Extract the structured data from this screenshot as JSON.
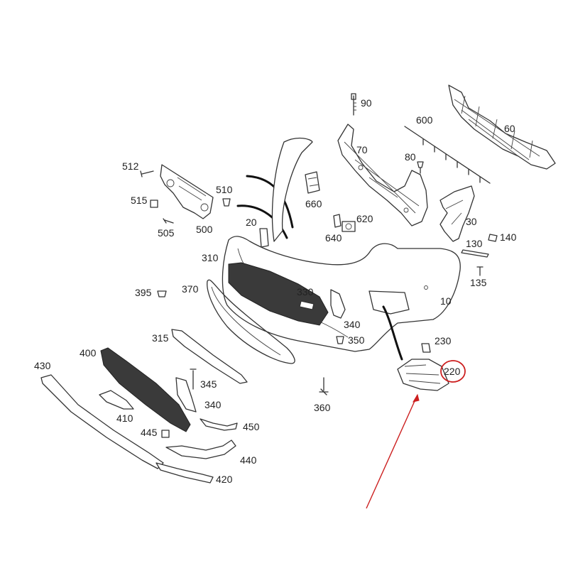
{
  "diagram": {
    "highlight_color": "#cc1f1f",
    "line_color": "#333333",
    "highlighted_part": "220",
    "callouts": [
      {
        "id": "c90",
        "text": "90"
      },
      {
        "id": "c600",
        "text": "600"
      },
      {
        "id": "c60",
        "text": "60"
      },
      {
        "id": "c70",
        "text": "70"
      },
      {
        "id": "c80",
        "text": "80"
      },
      {
        "id": "c512",
        "text": "512"
      },
      {
        "id": "c510",
        "text": "510"
      },
      {
        "id": "c660",
        "text": "660"
      },
      {
        "id": "c515",
        "text": "515"
      },
      {
        "id": "c505",
        "text": "505"
      },
      {
        "id": "c500",
        "text": "500"
      },
      {
        "id": "c20",
        "text": "20"
      },
      {
        "id": "c620",
        "text": "620"
      },
      {
        "id": "c640",
        "text": "640"
      },
      {
        "id": "c30",
        "text": "30"
      },
      {
        "id": "c130",
        "text": "130"
      },
      {
        "id": "c140",
        "text": "140"
      },
      {
        "id": "c310",
        "text": "310"
      },
      {
        "id": "c135",
        "text": "135"
      },
      {
        "id": "c395",
        "text": "395"
      },
      {
        "id": "c370",
        "text": "370"
      },
      {
        "id": "c330",
        "text": "330"
      },
      {
        "id": "c10",
        "text": "10"
      },
      {
        "id": "c340a",
        "text": "340"
      },
      {
        "id": "c350",
        "text": "350"
      },
      {
        "id": "c315",
        "text": "315"
      },
      {
        "id": "c230",
        "text": "230"
      },
      {
        "id": "c400",
        "text": "400"
      },
      {
        "id": "c430",
        "text": "430"
      },
      {
        "id": "c220",
        "text": "220"
      },
      {
        "id": "c345",
        "text": "345"
      },
      {
        "id": "c360",
        "text": "360"
      },
      {
        "id": "c340b",
        "text": "340"
      },
      {
        "id": "c410",
        "text": "410"
      },
      {
        "id": "c445",
        "text": "445"
      },
      {
        "id": "c450",
        "text": "450"
      },
      {
        "id": "c440",
        "text": "440"
      },
      {
        "id": "c420",
        "text": "420"
      }
    ]
  }
}
